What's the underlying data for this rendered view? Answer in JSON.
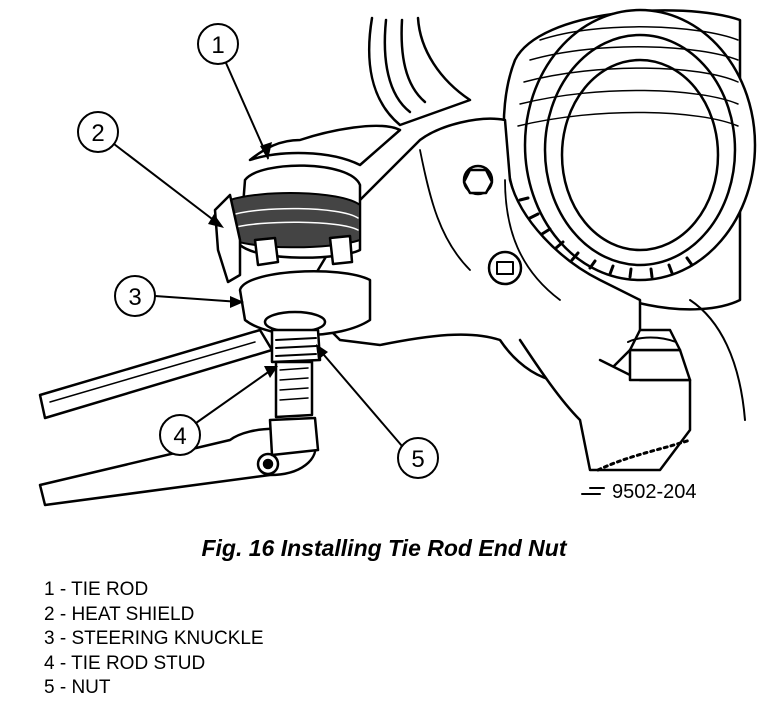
{
  "figure": {
    "id_label": "9502-204",
    "caption": "Fig. 16 Installing Tie Rod End Nut"
  },
  "callouts": [
    {
      "number": "1"
    },
    {
      "number": "2"
    },
    {
      "number": "3"
    },
    {
      "number": "4"
    },
    {
      "number": "5"
    }
  ],
  "legend": [
    {
      "text": "1 - TIE ROD"
    },
    {
      "text": "2 - HEAT SHIELD"
    },
    {
      "text": "3 - STEERING KNUCKLE"
    },
    {
      "text": "4 - TIE ROD STUD"
    },
    {
      "text": "5 - NUT"
    }
  ]
}
